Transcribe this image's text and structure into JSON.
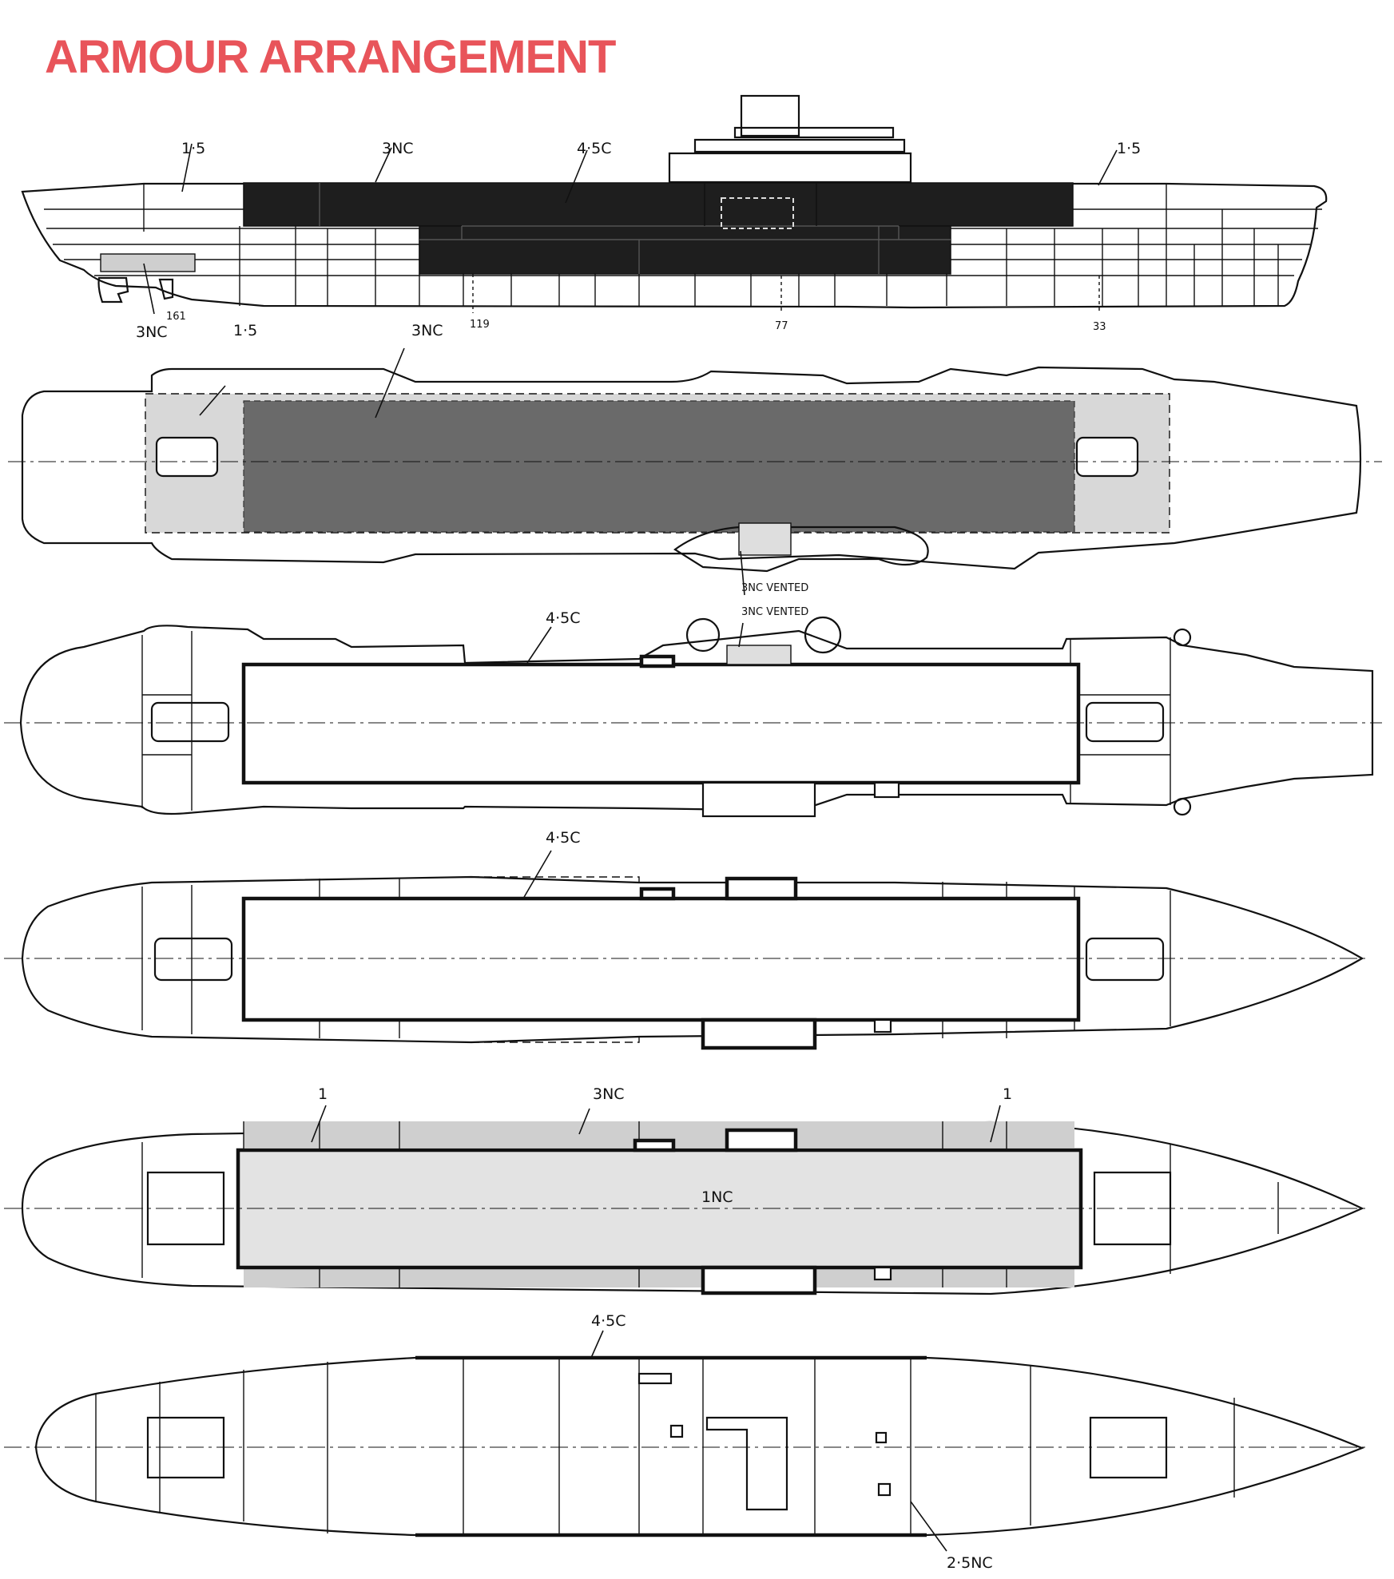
{
  "title": "ARMOUR ARRANGEMENT",
  "colors": {
    "title": "#e8545a",
    "heavy_armour": "#1e1e1e",
    "deck_armour": "#6a6a6a",
    "light_armour": "#cfcfcf"
  },
  "profile": {
    "labels": {
      "bow_left": "1·5",
      "hangar_side": "3NC",
      "belt": "4·5C",
      "bow_right": "1·5",
      "steering": "3NC"
    },
    "frames": {
      "f161": "161",
      "f119": "119",
      "f77": "77",
      "f33": "33"
    }
  },
  "flight_deck_plan": {
    "labels": {
      "ends": "1·5",
      "deck": "3NC",
      "vent_1": "3NC VENTED",
      "vent_2": "3NC VENTED"
    }
  },
  "hangar_deck_plan": {
    "labels": {
      "belt": "4·5C"
    }
  },
  "lower_deck_plan": {
    "labels": {
      "belt": "4·5C"
    }
  },
  "main_deck_plan": {
    "labels": {
      "fwd": "1",
      "side": "3NC",
      "aft": "1",
      "deck": "1NC"
    }
  },
  "hold_plan": {
    "labels": {
      "belt": "4·5C",
      "bottom": "2·5NC"
    }
  }
}
